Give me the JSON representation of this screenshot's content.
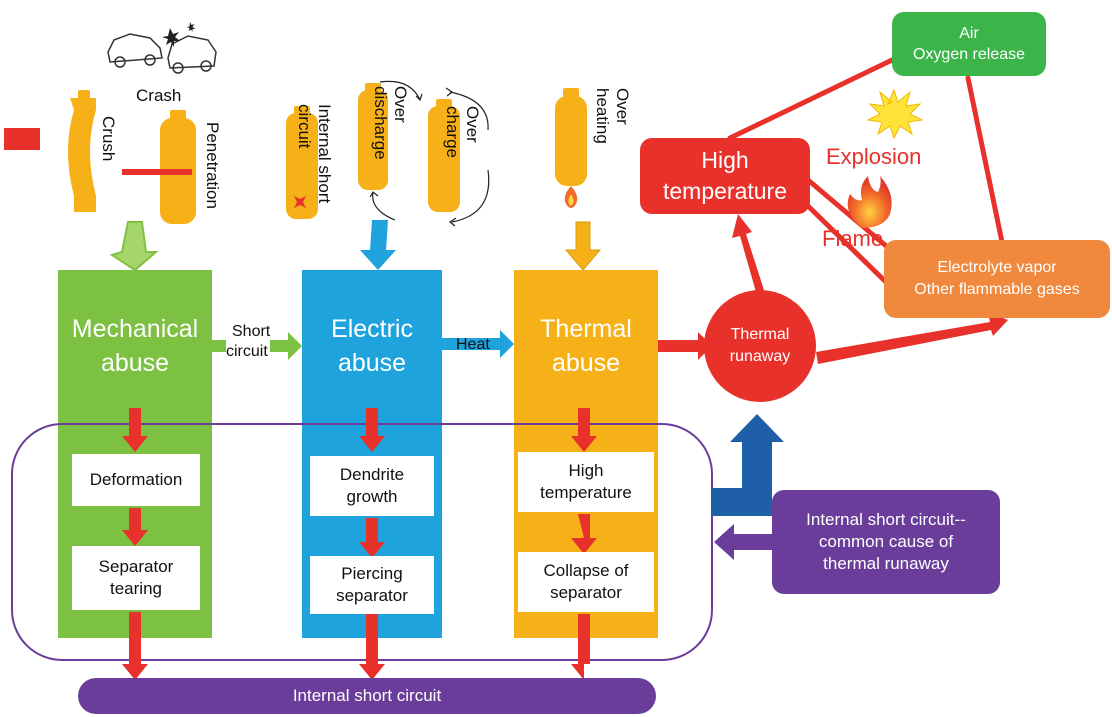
{
  "abuse_sources": {
    "crash": "Crash",
    "crush": "Crush",
    "penetration": "Penetration",
    "internal_short_circuit": "Internal short circuit",
    "over_discharge": "Over discharge",
    "over_charge": "Over charge",
    "over_heating": "Over heating"
  },
  "columns": {
    "mechanical": {
      "title_line1": "Mechanical",
      "title_line2": "abuse",
      "step1": "Deformation",
      "step2_line1": "Separator",
      "step2_line2": "tearing"
    },
    "electric": {
      "title_line1": "Electric",
      "title_line2": "abuse",
      "step1_line1": "Dendrite",
      "step1_line2": "growth",
      "step2_line1": "Piercing",
      "step2_line2": "separator"
    },
    "thermal": {
      "title_line1": "Thermal",
      "title_line2": "abuse",
      "step1_line1": "High",
      "step1_line2": "temperature",
      "step2_line1": "Collapse of",
      "step2_line2": "separator"
    }
  },
  "connectors": {
    "short_circuit_line1": "Short",
    "short_circuit_line2": "circuit",
    "heat": "Heat"
  },
  "thermal_runaway": {
    "line1": "Thermal",
    "line2": "runaway"
  },
  "fire_triangle": {
    "air_line1": "Air",
    "air_line2": "Oxygen release",
    "high_temp_line1": "High",
    "high_temp_line2": "temperature",
    "explosion": "Explosion",
    "flame": "Flame",
    "electrolyte_line1": "Electrolyte vapor",
    "electrolyte_line2": "Other flammable gases"
  },
  "isc_note": {
    "line1": "Internal short circuit--",
    "line2": "common cause of",
    "line3": "thermal runaway"
  },
  "bottom_bar": "Internal short circuit",
  "colors": {
    "green": "#7dc142",
    "blue": "#1fa3dd",
    "orange": "#f7b118",
    "red": "#e8312a",
    "purple": "#6a3d9a",
    "dark_blue": "#1f5fa8"
  }
}
